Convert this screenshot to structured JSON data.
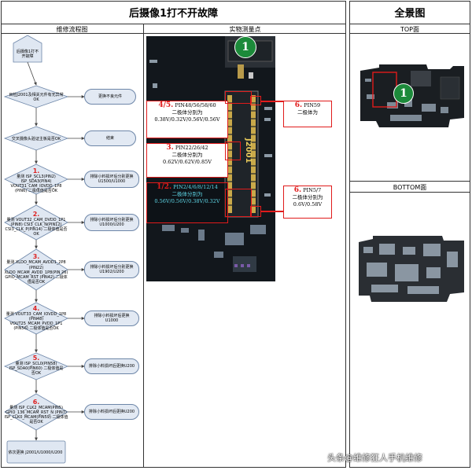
{
  "header": {
    "title": "后摄像1打不开故障",
    "overview_title": "全景图"
  },
  "sections": {
    "flow": "维修流程图",
    "photo": "实物测量点",
    "top": "TOP面",
    "bottom": "BOTTOM面"
  },
  "flow": {
    "start": "后摄像1打不开故障",
    "steps": [
      {
        "num": "",
        "label": "目检J2001及相关元件有无异常OK",
        "action": "更换不良元件"
      },
      {
        "num": "",
        "label": "交叉摄像头验证主板是否OK",
        "action": "结束"
      },
      {
        "num": "1.",
        "label": "量测 ISP_SCL3(PIN2) ISP_SDA3(PIN4) VOUT31_CAM_IOVDD_1P8 (PIN6) 二极体值是否OK",
        "action": "排除小料损坏后分别更换 U1500/U1000"
      },
      {
        "num": "2.",
        "label": "量测 VOUT32_CAM_DVDD_1P1 (PIN8) CSI3_CLK_N(PIN12) CSI3_CLK_P(PIN14) 二极体值是否OK",
        "action": "排除小料损坏后分别更换 U1000/U200"
      },
      {
        "num": "3.",
        "label": "量测 XLDO_MCAM_AVDD1_2P8 (PIN22) XLDO_MCAM_AVDD_1P8(PIN 26) GPIO_MCAM_RST (PIN42) 二极体值是否OK",
        "action": "排除小料损坏后分别更换 U1902/U200"
      },
      {
        "num": "4.",
        "label": "量测 VOUT33_CAM_IOVDD_1P8 (PIN48) VOUT25_MCAM_PVDD_1P1 (PIN56) 二极体值是否OK",
        "action": "排除小料损坏后更换 U1000"
      },
      {
        "num": "5.",
        "label": "量测 ISP_SCL0(PIN58) ISP_SDA0(PIN60) 二极体值是否OK",
        "action": "排除小料损坏后更换U200"
      },
      {
        "num": "6.",
        "label": "量测 ISP_CLK2_MCAM(PIN5) GPIO_136_MCAM_RST_N (PIN7) ISP_CLK0_MCAM(PIN59) 二极体值是否OK",
        "action": "排除小料损坏后更换U200"
      }
    ],
    "end": "依次更换 J2001/U1000/U200"
  },
  "annotations": [
    {
      "num": "4/5.",
      "pins": "PIN48/56/58/60",
      "line1": "二极体分别为",
      "line2": "0.38V/0.32V/0.56V/0.56V"
    },
    {
      "num": "3.",
      "pins": "PIN22/26/42",
      "line1": "二极体分别为",
      "line2": "0.62V/0.62V/0.85V"
    },
    {
      "num": "1/2.",
      "pins": "PIN2/4/6/8/12/14",
      "line1": "二极体分别为",
      "line2": "0.56V/0.56V/0.38V/0.32V"
    },
    {
      "num": "6.",
      "pins": "PIN59",
      "line1": "二极体为",
      "line2": ""
    },
    {
      "num": "6.",
      "pins": "PIN5/7",
      "line1": "二极体分别为",
      "line2": "0.6V/0.58V"
    }
  ],
  "board": {
    "connector_label": "J2001",
    "badge": "1",
    "top_badge": "1"
  },
  "watermark": "头条@维修狂人手机维修",
  "colors": {
    "accent_red": "#e01b1b",
    "badge_green": "#1c8a3a",
    "flow_fill": "#dfe7f2"
  }
}
